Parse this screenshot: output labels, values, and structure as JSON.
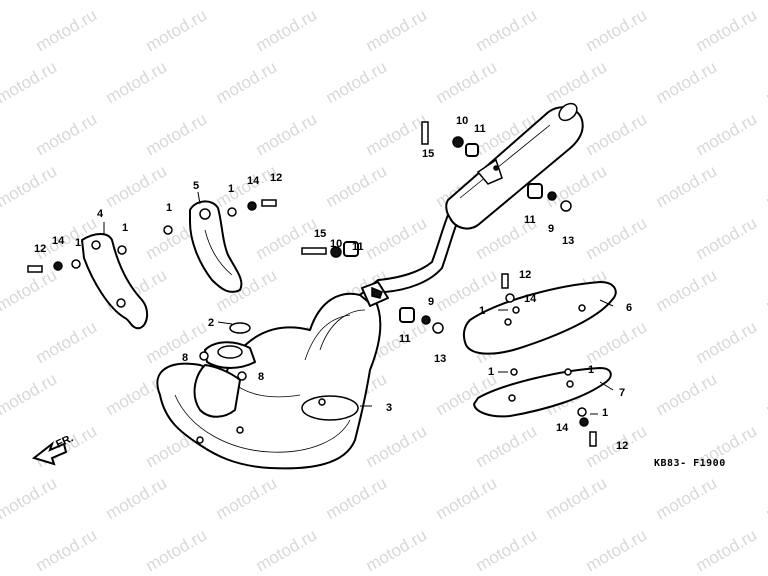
{
  "watermark": {
    "text": "motod.ru",
    "color": "#d8d8d8"
  },
  "reference_code": "KB83- F1900",
  "direction_marker": {
    "label": "FR.",
    "icon": "arrow-forward-icon"
  },
  "callouts": [
    {
      "id": "c1",
      "label": "1"
    },
    {
      "id": "c2",
      "label": "2"
    },
    {
      "id": "c3",
      "label": "3"
    },
    {
      "id": "c4",
      "label": "4"
    },
    {
      "id": "c5",
      "label": "5"
    },
    {
      "id": "c6",
      "label": "6"
    },
    {
      "id": "c7",
      "label": "7"
    },
    {
      "id": "c8",
      "label": "8"
    },
    {
      "id": "c9",
      "label": "9"
    },
    {
      "id": "c10",
      "label": "10"
    },
    {
      "id": "c11",
      "label": "11"
    },
    {
      "id": "c12",
      "label": "12"
    },
    {
      "id": "c13",
      "label": "13"
    },
    {
      "id": "c14",
      "label": "14"
    },
    {
      "id": "c15",
      "label": "15"
    }
  ]
}
